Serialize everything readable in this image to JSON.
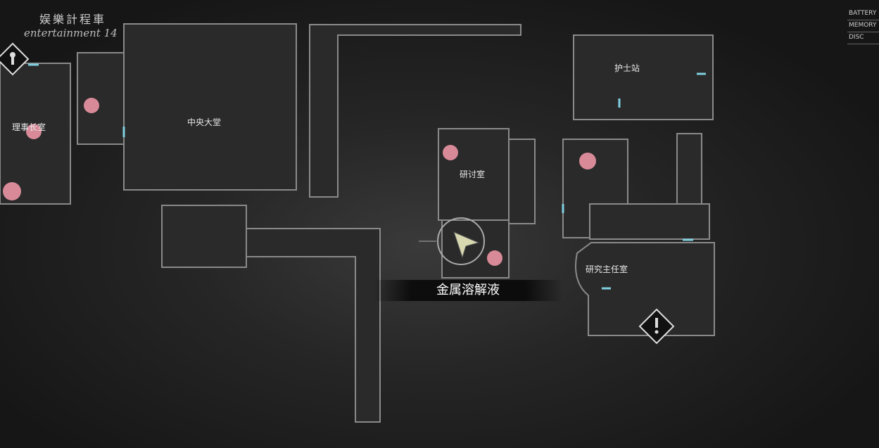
{
  "watermark": {
    "line1": "娱樂計程車",
    "line2": "entertainment 14"
  },
  "menu": [
    "BATTERY",
    "MEMORY",
    "DISC"
  ],
  "rooms": {
    "chairman": "理事长室",
    "central_hall": "中央大堂",
    "nurse_station": "护士站",
    "seminar": "研讨室",
    "director": "研究主任室"
  },
  "selected_item": "金属溶解液",
  "colors": {
    "wall": "#8a8a8a",
    "door": "#7fd0e0",
    "flower": "#d88a98"
  }
}
